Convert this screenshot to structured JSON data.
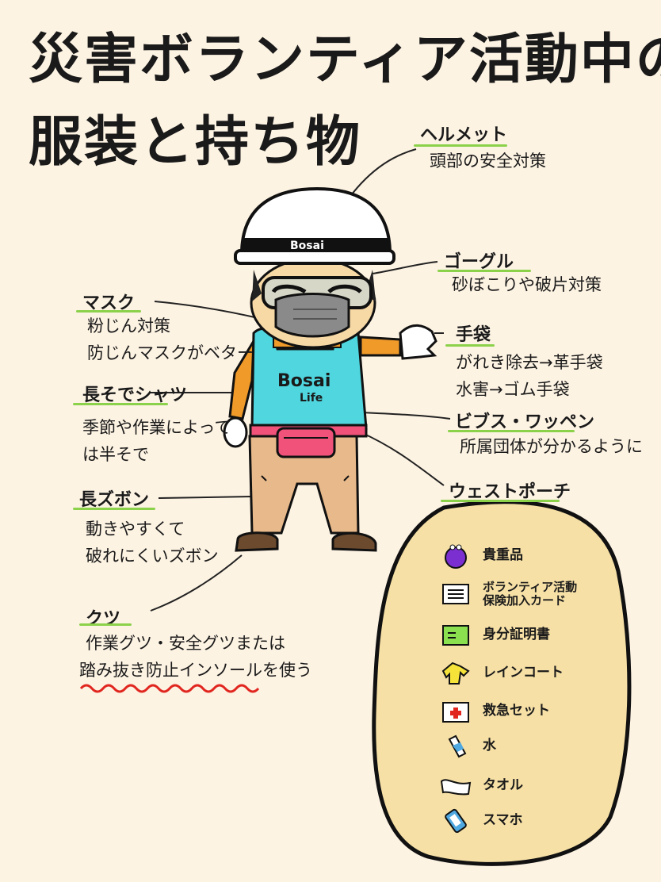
{
  "title": {
    "line1": "災害ボランティア活動中の",
    "line2": "服装と持ち物"
  },
  "figure": {
    "helmet_text": "Bosai",
    "shirt_text": "Bosai",
    "shirt_sub": "Life"
  },
  "labels": {
    "helmet": {
      "title": "ヘルメット",
      "desc": "頭部の安全対策"
    },
    "goggle": {
      "title": "ゴーグル",
      "desc": "砂ぼこりや破片対策"
    },
    "gloves": {
      "title": "手袋",
      "desc1": "がれき除去→革手袋",
      "desc2": "水害→ゴム手袋"
    },
    "bibs": {
      "title": "ビブス・ワッペン",
      "desc": "所属団体が分かるように"
    },
    "mask": {
      "title": "マスク",
      "desc1": "粉じん対策",
      "desc2": "防じんマスクがベター"
    },
    "shirt": {
      "title": "長そでシャツ",
      "desc1": "季節や作業によって",
      "desc2": "は半そで"
    },
    "pants": {
      "title": "長ズボン",
      "desc1": "動きやすくて",
      "desc2": "破れにくいズボン"
    },
    "shoes": {
      "title": "クツ",
      "desc1": "作業グツ・安全グツまたは",
      "desc2": "踏み抜き防止インソールを使う"
    },
    "pouch": {
      "title": "ウェストポーチ"
    }
  },
  "pouch_items": [
    {
      "icon": "purse-icon",
      "text": "貴重品"
    },
    {
      "icon": "card-icon",
      "text": "ボランティア活動保険加入カード"
    },
    {
      "icon": "id-card-icon",
      "text": "身分証明書"
    },
    {
      "icon": "raincoat-icon",
      "text": "レインコート"
    },
    {
      "icon": "first-aid-icon",
      "text": "救急セット"
    },
    {
      "icon": "water-bottle-icon",
      "text": "水"
    },
    {
      "icon": "towel-icon",
      "text": "タオル"
    },
    {
      "icon": "smartphone-icon",
      "text": "スマホ"
    }
  ],
  "colors": {
    "background": "#fdf3e3",
    "underline": "#8bd14a",
    "shirt": "#4fd6de",
    "pants": "#e8b98a",
    "pouch": "#f0527a",
    "orange": "#f09a2a",
    "pouch_bag": "#f6e0a6"
  }
}
